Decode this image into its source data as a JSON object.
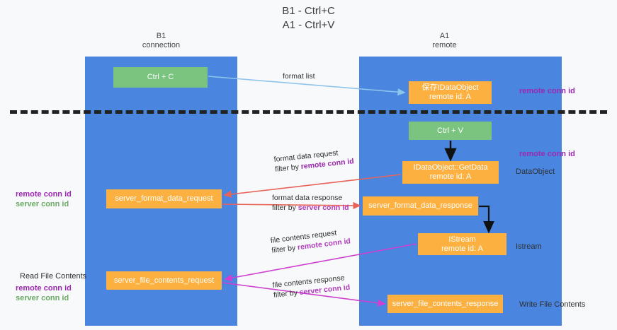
{
  "title": {
    "line1": "B1 - Ctrl+C",
    "line2": "A1 - Ctrl+V"
  },
  "lanes": [
    {
      "id": "b1",
      "name": "B1",
      "subtitle": "connection",
      "color": "#4a86e0"
    },
    {
      "id": "a1",
      "name": "A1",
      "subtitle": "remote",
      "color": "#4a86e0"
    }
  ],
  "colors": {
    "lane": "#4a86e0",
    "green_node": "#7ac47f",
    "orange_node": "#fbb040",
    "remote_conn_id": "#9c27b0",
    "server_conn_id": "#6aaa64",
    "divider": "#222222",
    "arrow_format_list": "#8ec5ea",
    "arrow_format_data": "#e8635a",
    "arrow_file_contents": "#cf3fd0",
    "arrow_black": "#111111",
    "background": "#f8f9fa"
  },
  "nodes": {
    "ctrl_c": {
      "line1": "Ctrl + C",
      "line2": "",
      "kind": "green"
    },
    "idataobject": {
      "line1": "保存IDataObject",
      "line2": "remote id: A",
      "kind": "orange"
    },
    "ctrl_v": {
      "line1": "Ctrl + V",
      "line2": "",
      "kind": "green"
    },
    "getdata": {
      "line1": "IDataObject::GetData",
      "line2": "remote id: A",
      "kind": "orange"
    },
    "server_format_data_request": {
      "line1": "server_format_data_request",
      "line2": "",
      "kind": "orange"
    },
    "server_format_data_response": {
      "line1": "server_format_data_response",
      "line2": "",
      "kind": "orange"
    },
    "istream": {
      "line1": "IStream",
      "line2": "remote id: A",
      "kind": "orange"
    },
    "server_file_contents_request": {
      "line1": "server_file_contents_request",
      "line2": "",
      "kind": "orange"
    },
    "server_file_contents_response": {
      "line1": "server_file_contents_response",
      "line2": "",
      "kind": "orange"
    }
  },
  "edge_labels": {
    "format_list": "format list",
    "format_data_request": "format data request",
    "format_data_request_filter_prefix": "filter by ",
    "format_data_request_filter_value": "remote conn id",
    "format_data_response": "format data response",
    "format_data_response_filter_prefix": "filter by ",
    "format_data_response_filter_value": "server conn id",
    "file_contents_request": "file contents request",
    "file_contents_request_filter_prefix": "filter by ",
    "file_contents_request_filter_value": "remote conn id",
    "file_contents_response": "file contents response",
    "file_contents_response_filter_prefix": "filter by ",
    "file_contents_response_filter_value": "server conn id"
  },
  "annotations": {
    "right_remote_conn_id_top": "remote conn id",
    "right_remote_conn_id_mid": "remote conn id",
    "dataobject": "DataObject",
    "istream": "Istream",
    "write_file_contents": "Write File Contents",
    "read_file_contents": "Read File Contents",
    "left_remote_conn_id_1": "remote conn id",
    "left_server_conn_id_1": "server conn id",
    "left_remote_conn_id_2": "remote conn id",
    "left_server_conn_id_2": "server conn id"
  }
}
